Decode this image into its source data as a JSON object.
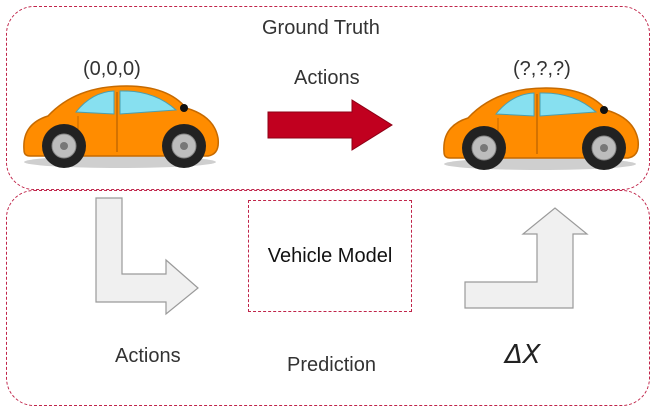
{
  "ground_truth": {
    "title": "Ground Truth",
    "start_coords": "(0,0,0)",
    "end_coords": "(?,?,?)",
    "actions_label": "Actions"
  },
  "prediction": {
    "title": "Prediction",
    "actions_label": "Actions",
    "model_label": "Vehicle Model",
    "delta_label": "ΔX"
  },
  "colors": {
    "frame_border": "#c0254a",
    "arrow_red": "#c1001f",
    "car_body": "#ff8c00",
    "car_window": "#87e0f0",
    "arrow_outline_fill": "#f0f0f0"
  },
  "icons": [
    "car-icon",
    "car-icon",
    "right-arrow-icon",
    "l-arrow-icon",
    "bent-up-arrow-icon"
  ]
}
